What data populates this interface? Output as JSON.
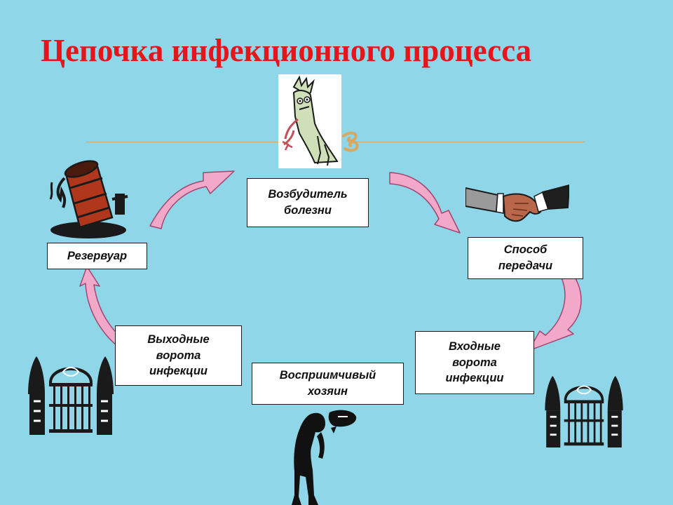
{
  "slide": {
    "title": "Цепочка инфекционного процесса"
  },
  "nodes": {
    "pathogen": "Возбудитель\nболезни",
    "transmission": "Способ\nпередачи",
    "entry_gate": "Входные\nворота\nинфекции",
    "host": "Восприимчивый\nхозяин",
    "exit_gate": "Выходные\nворота\nинфекции",
    "reservoir": "Резервуар"
  },
  "icons": {
    "pathogen_picture": "germ-creature-icon",
    "reservoir_picture": "leaking-barrel-icon",
    "transmission_picture": "handshake-icon",
    "host_picture": "sick-person-icon",
    "exit_picture": "gate-icon",
    "entry_picture": "gate-icon",
    "ornament": "swirl-ornament-icon"
  },
  "colors": {
    "background": "#8fd6e9",
    "title": "#e8141b",
    "arrow_fill": "#f2a9c9",
    "arrow_stroke": "#a3456f",
    "rule": "#d9a860"
  }
}
